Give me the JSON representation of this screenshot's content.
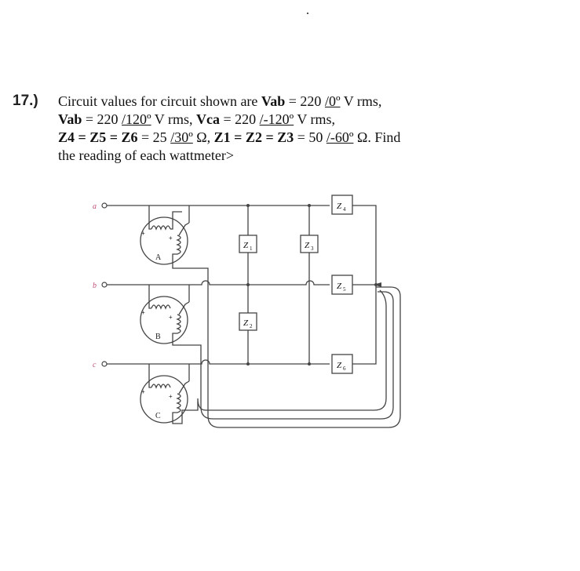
{
  "problem": {
    "number": "17.)",
    "line1_a": "Circuit values for circuit shown are ",
    "line1_vab": "Vab",
    "line1_b": " = 220 ",
    "line1_angle": "/0º",
    "line1_c": " V rms,",
    "line2_vab": "Vab",
    "line2_a": " = 220 ",
    "line2_angle": "/120º",
    "line2_b": " V rms, ",
    "line2_vca": "Vca",
    "line2_c": " = 220 ",
    "line2_angle2": "/-120º",
    "line2_d": " V rms,",
    "line3_z456": "Z4 = Z5 = Z6",
    "line3_a": " = 25 ",
    "line3_angle": "/30º",
    "line3_b": " Ω, ",
    "line3_z123": "Z1 = Z2 = Z3",
    "line3_c": " = 50 ",
    "line3_angle2": "/-60º",
    "line3_d": " Ω. Find",
    "line4": "the reading of each wattmeter>"
  },
  "diagram": {
    "terminals": [
      "a",
      "b",
      "c"
    ],
    "wattmeters": [
      "A",
      "B",
      "C"
    ],
    "impedances": {
      "z1": {
        "main": "Z",
        "sub": "1"
      },
      "z2": {
        "main": "Z",
        "sub": "2"
      },
      "z3": {
        "main": "Z",
        "sub": "3"
      },
      "z4": {
        "main": "Z",
        "sub": "4"
      },
      "z5": {
        "main": "Z",
        "sub": "5"
      },
      "z6": {
        "main": "Z",
        "sub": "6"
      }
    },
    "plus": "+"
  }
}
